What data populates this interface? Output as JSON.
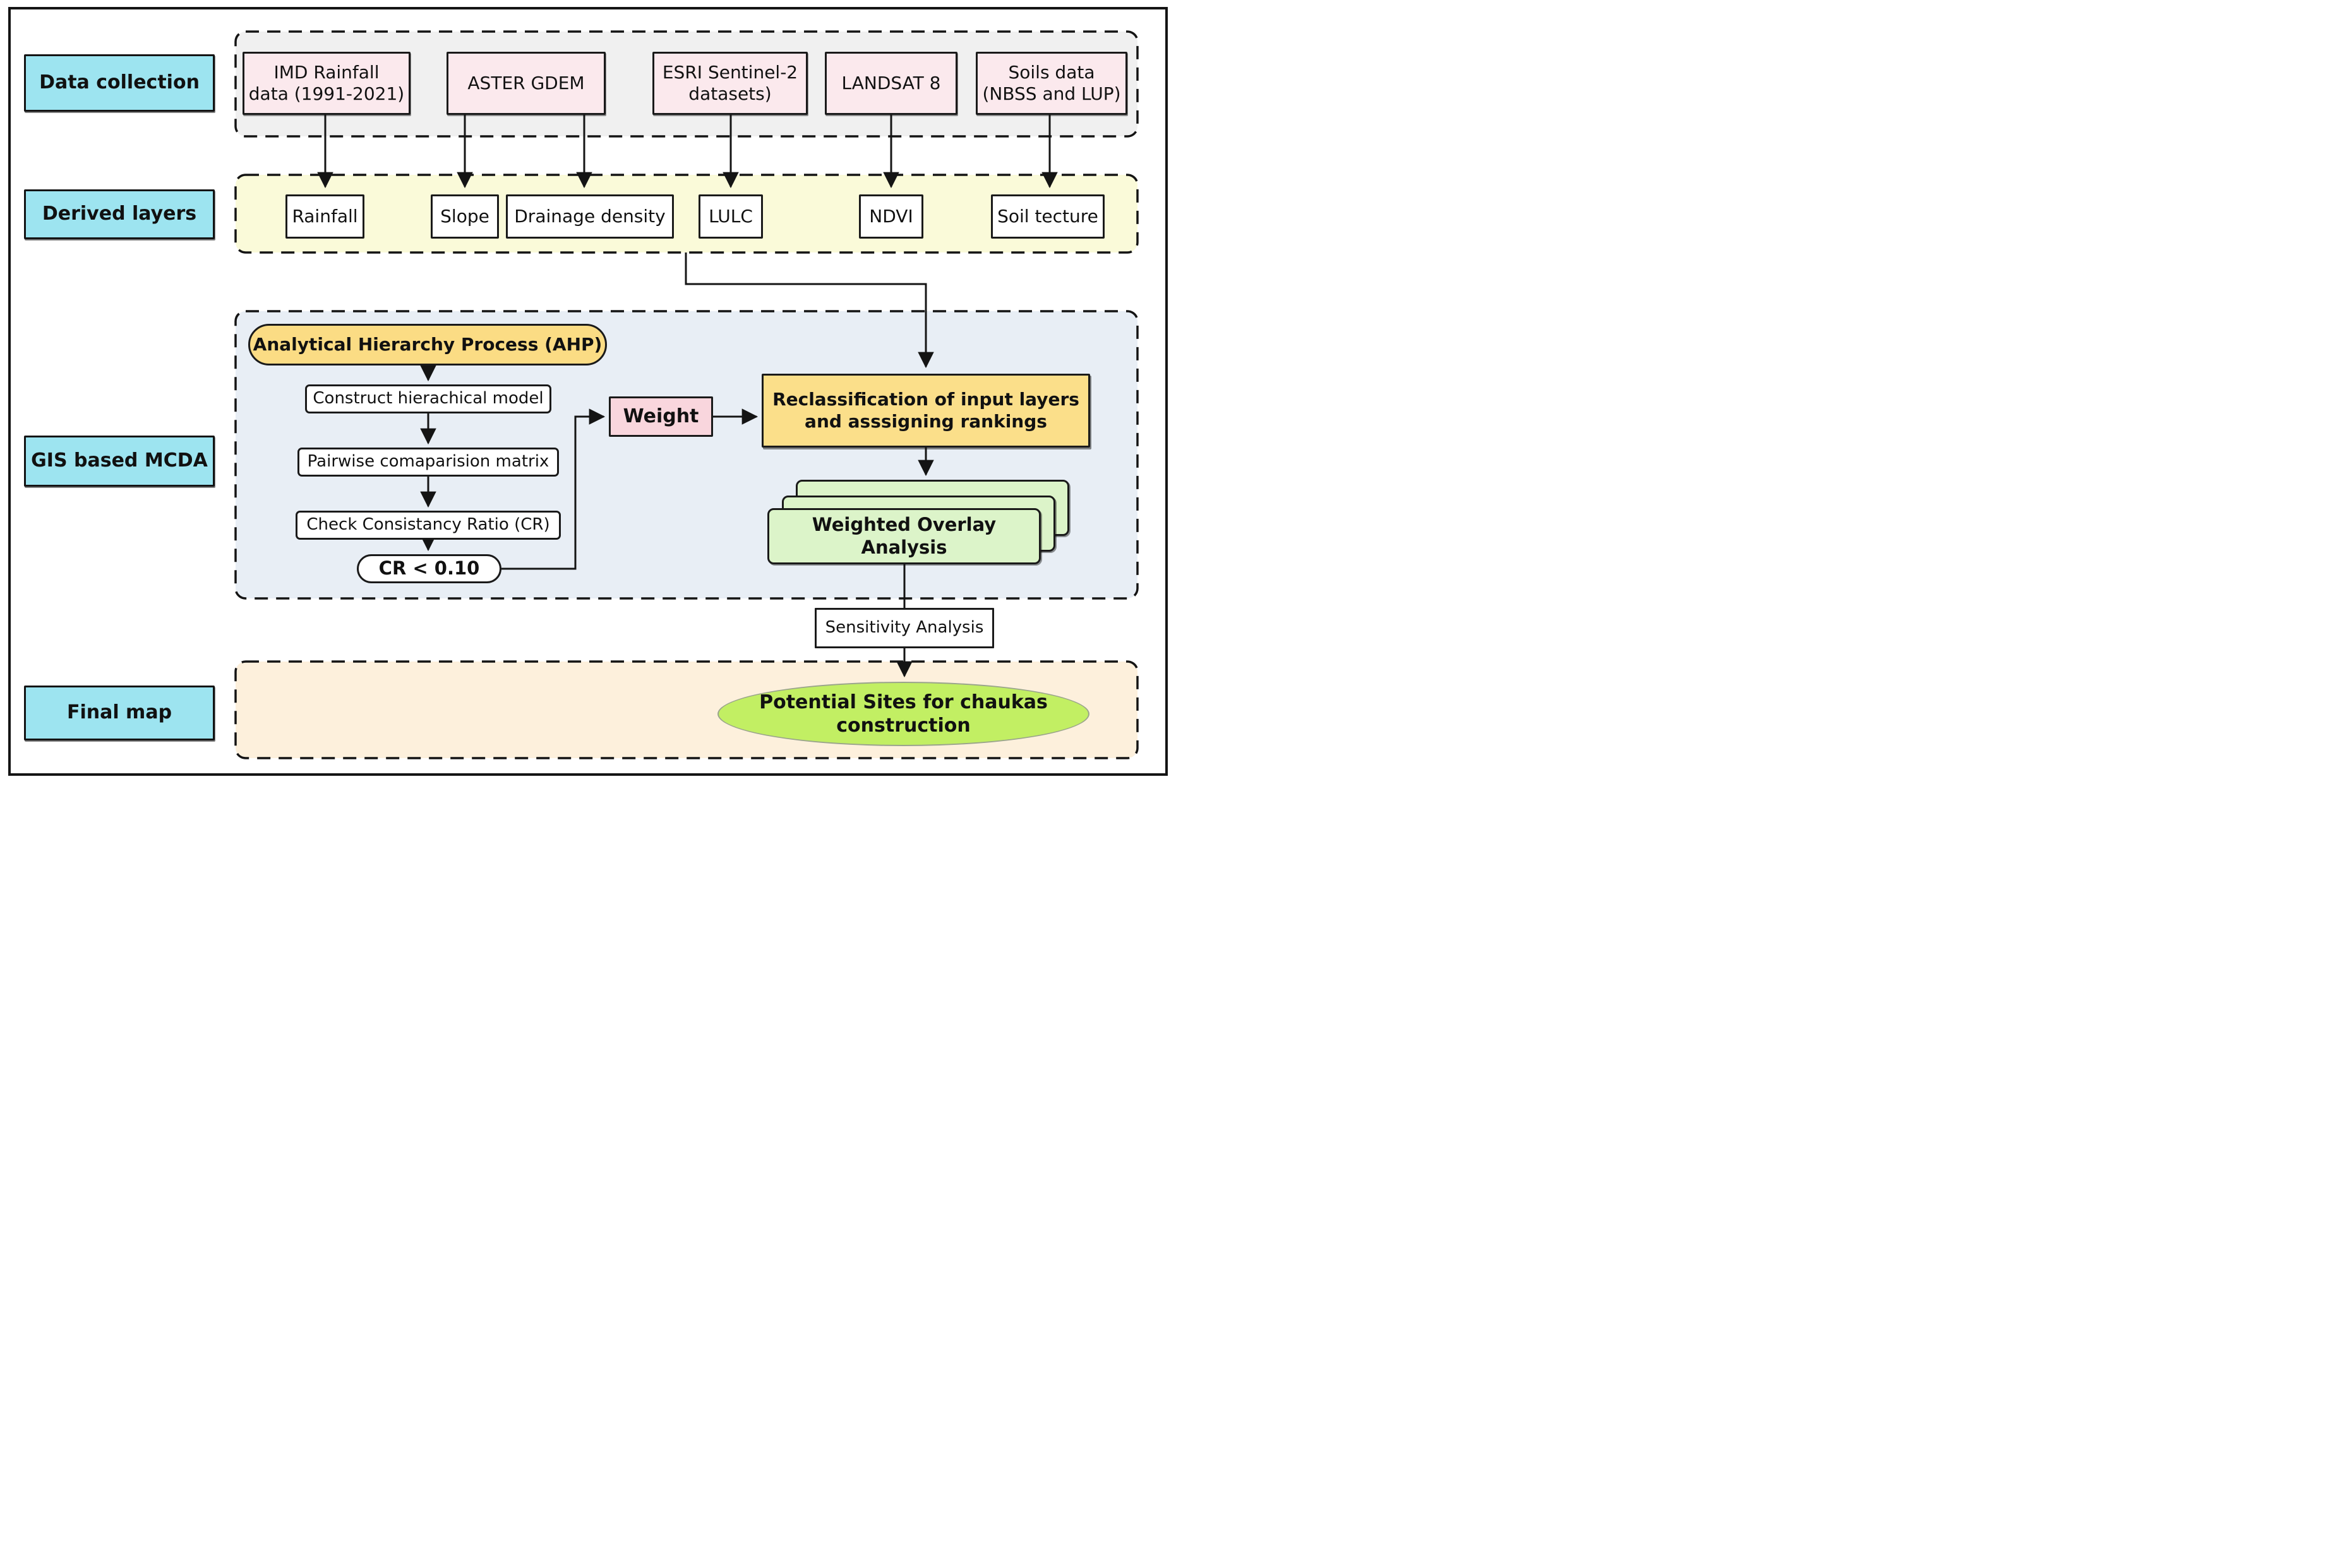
{
  "row_labels": {
    "data_collection": "Data collection",
    "derived_layers": "Derived layers",
    "gis_mcda": "GIS based MCDA",
    "final_map": "Final map"
  },
  "data_sources": {
    "imd": {
      "line1": "IMD Rainfall",
      "line2": "data (1991-2021)"
    },
    "aster": "ASTER GDEM",
    "esri": {
      "line1": "ESRI Sentinel-2",
      "line2": "datasets)"
    },
    "landsat": "LANDSAT 8",
    "soils": {
      "line1": "Soils data",
      "line2": "(NBSS and LUP)"
    }
  },
  "derived": {
    "rainfall": "Rainfall",
    "slope": "Slope",
    "drainage": "Drainage density",
    "lulc": "LULC",
    "ndvi": "NDVI",
    "soil_texture": "Soil tecture"
  },
  "mcda": {
    "ahp": "Analytical Hierarchy Process (AHP)",
    "construct": "Construct hierachical model",
    "pairwise": "Pairwise comaparision matrix",
    "check_cr": "Check Consistancy Ratio (CR)",
    "cr_threshold": "CR < 0.10",
    "weight": "Weight",
    "reclass": {
      "line1": "Reclassification of input layers",
      "line2": "and asssigning rankings"
    },
    "overlay": "Weighted Overlay Analysis"
  },
  "sensitivity": "Sensitivity Analysis",
  "final_output": {
    "line1": "Potential Sites for chaukas",
    "line2": "construction"
  },
  "colors": {
    "row_label_fill": "#9de4f0",
    "data_source_fill": "#fbe9ed",
    "container_data_collection": "#f0f0f0",
    "container_derived": "#fafad9",
    "container_mcda": "#e8eef5",
    "container_final": "#fdf0dc",
    "ahp_fill": "#fbdc84",
    "weight_fill": "#f9d6dd",
    "reclass_fill": "#fbdf8a",
    "overlay_fill": "#dcf4c9",
    "ellipse_fill": "#c2ef63",
    "line": "#141414"
  }
}
